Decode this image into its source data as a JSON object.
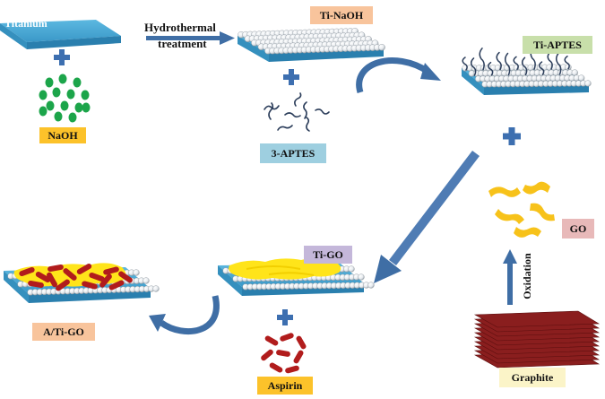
{
  "labels": {
    "titanium": "Titanium",
    "hydrothermal_line1": "Hydrothermal",
    "hydrothermal_line2": "treatment",
    "naoh": "NaOH",
    "ti_naoh": "Ti-NaOH",
    "aptes": "3-APTES",
    "ti_aptes": "Ti-APTES",
    "go": "GO",
    "oxidation": "Oxidation",
    "graphite": "Graphite",
    "ti_go": "Ti-GO",
    "aspirin": "Aspirin",
    "a_ti_go": "A/Ti-GO"
  },
  "colors": {
    "naoh_box": "#fcc22a",
    "ti_naoh_box": "#f8c49c",
    "aptes_box": "#9ecfe0",
    "ti_aptes_box": "#c8dfaa",
    "go_box": "#e8b9b9",
    "graphite_box": "#fbf4c8",
    "ti_go_box": "#c4b7da",
    "aspirin_box": "#fcc22a",
    "a_ti_go_box": "#f8c49c",
    "plate_top": "#4aa8d4",
    "plate_front": "#2a7fae",
    "plus": "#3d6fb0",
    "arrow": "#3f6ea5",
    "naoh_dot": "#1ca54a",
    "go_flake": "#f7c21a",
    "graphite_layer": "#8a1e1e",
    "aspirin_pill": "#b11c1c",
    "aptes_chain": "#2b3d5a"
  },
  "icons": [
    "plus-icon",
    "flow-arrow-icon",
    "curved-arrow-icon"
  ]
}
